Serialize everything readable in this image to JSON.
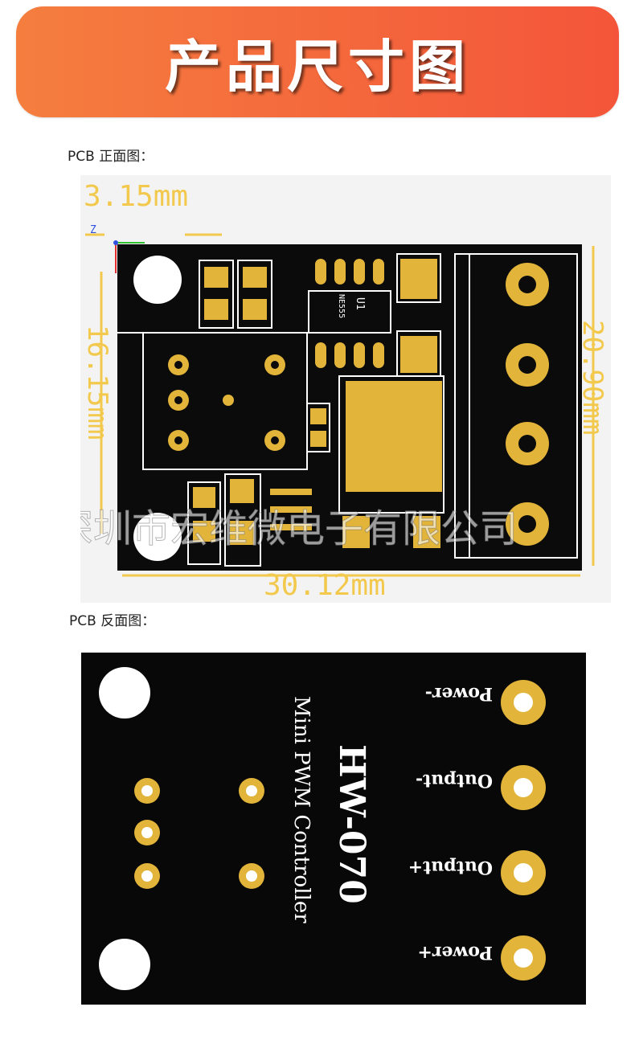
{
  "header": {
    "title": "产品尺寸图"
  },
  "front": {
    "label": "PCB 正面图：",
    "dims": {
      "top_offset": "3.15mm",
      "left_height": "16.15mm",
      "right_height": "20.90mm",
      "bottom_width": "30.12mm"
    },
    "chip_label": "U1",
    "chip_part": "NE555",
    "axis_label": "Z"
  },
  "watermark": "深圳市宏维微电子有限公司",
  "back": {
    "label": "PCB 反面图：",
    "model": "HW-070",
    "subtitle": "Mini PWM Controller",
    "pins": [
      "Power-",
      "Output-",
      "Output+",
      "Power+"
    ]
  },
  "colors": {
    "header_start": "#f57e3f",
    "header_end": "#f4553a",
    "gold": "#e2b43a",
    "pcb": "#0a0a0a",
    "dim": "#f2c94c"
  }
}
